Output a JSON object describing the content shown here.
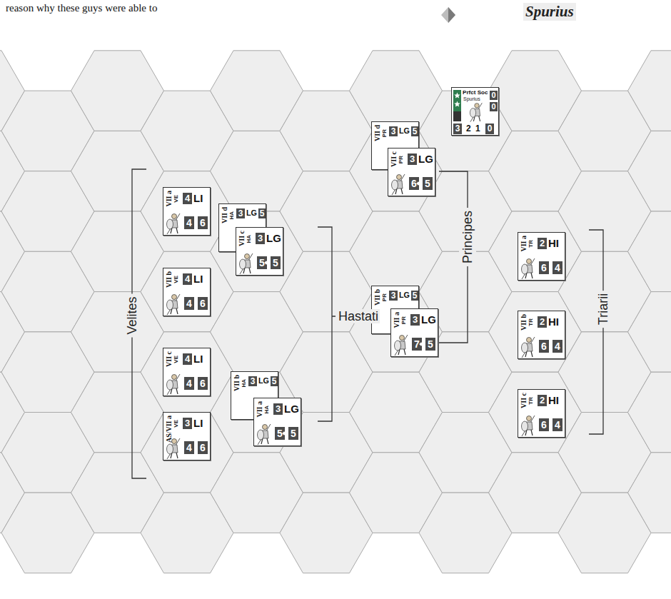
{
  "diagram": {
    "nodes": [
      {
        "text": [
          "VII a",
          "VE",
          "4",
          "LI",
          "4",
          "6"
        ]
      },
      {
        "text": [
          "VII b",
          "VE",
          "4",
          "LI",
          "4",
          "6"
        ]
      },
      {
        "text": [
          "VII c",
          "VE",
          "4",
          "LI",
          "4",
          "6"
        ]
      },
      {
        "text": [
          "AS/VII a",
          "VE",
          "3",
          "LI",
          "4",
          "6"
        ]
      },
      {
        "text": [
          "VII d",
          "HA",
          "3",
          "LG",
          "5"
        ]
      },
      {
        "text": [
          "VII c",
          "HA",
          "3",
          "LG",
          "5",
          "5"
        ]
      },
      {
        "text": [
          "VII b",
          "HA",
          "3",
          "LG",
          "5"
        ]
      },
      {
        "text": [
          "VII a",
          "HA",
          "3",
          "LG",
          "5",
          "5"
        ]
      },
      {
        "text": [
          "VII d",
          "PR",
          "3",
          "LG",
          "5"
        ]
      },
      {
        "text": [
          "VII c",
          "PR",
          "3",
          "LG",
          "6",
          "5"
        ]
      },
      {
        "text": [
          "VII b",
          "PR",
          "3",
          "LG",
          "5"
        ]
      },
      {
        "text": [
          "VII a",
          "PR",
          "3",
          "LG",
          "7",
          "5"
        ]
      },
      {
        "text": [
          "Prfct Soc",
          "Spurius",
          "0",
          "0",
          "3",
          "2",
          "1",
          "0"
        ]
      },
      {
        "text": [
          "VII a",
          "TR",
          "2",
          "HI",
          "6",
          "4"
        ]
      },
      {
        "text": [
          "VII b",
          "TR",
          "2",
          "HI",
          "6",
          "4"
        ]
      },
      {
        "text": [
          "VII c",
          "TR",
          "2",
          "HI",
          "6",
          "4"
        ]
      }
    ],
    "labels": [
      "reason why these guys were able to",
      "Spurius",
      "Velites",
      "Hastati",
      "Principes",
      "Triarii"
    ]
  }
}
